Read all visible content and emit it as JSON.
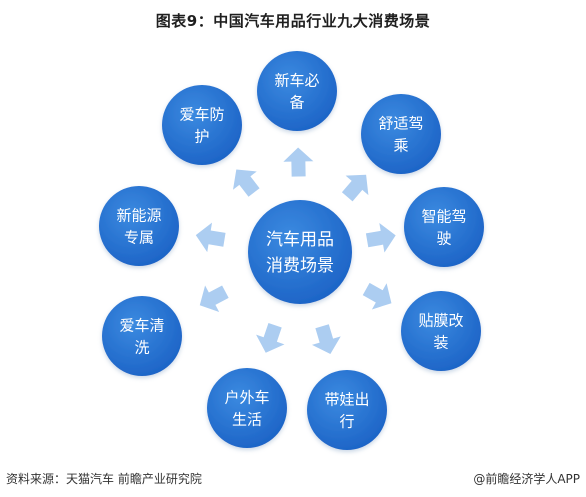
{
  "figure": {
    "title": "图表9：中国汽车用品行业九大消费场景"
  },
  "diagram": {
    "center": {
      "lines": [
        "汽车用品",
        "消费场景"
      ]
    },
    "nodes": [
      {
        "id": "new-car",
        "lines": [
          "新车必",
          "备"
        ]
      },
      {
        "id": "comfort-driving",
        "lines": [
          "舒适驾",
          "乘"
        ]
      },
      {
        "id": "smart-driving",
        "lines": [
          "智能驾",
          "驶"
        ]
      },
      {
        "id": "film-modification",
        "lines": [
          "贴膜改",
          "装"
        ]
      },
      {
        "id": "kids-travel",
        "lines": [
          "带娃出",
          "行"
        ]
      },
      {
        "id": "outdoor-life",
        "lines": [
          "户外车",
          "生活"
        ]
      },
      {
        "id": "car-cleaning",
        "lines": [
          "爱车清",
          "洗"
        ]
      },
      {
        "id": "new-energy",
        "lines": [
          "新能源",
          "专属"
        ]
      },
      {
        "id": "car-protection",
        "lines": [
          "爱车防",
          "护"
        ]
      }
    ]
  },
  "footer": {
    "source": "资料来源：天猫汽车 前瞻产业研究院",
    "brand": "@前瞻经济学人APP"
  },
  "colors": {
    "node_fill": "#1F6FD1",
    "center_fill": "#1D67C8",
    "arrow_fill": "#ACCDF1",
    "text": "#FFFFFF"
  }
}
